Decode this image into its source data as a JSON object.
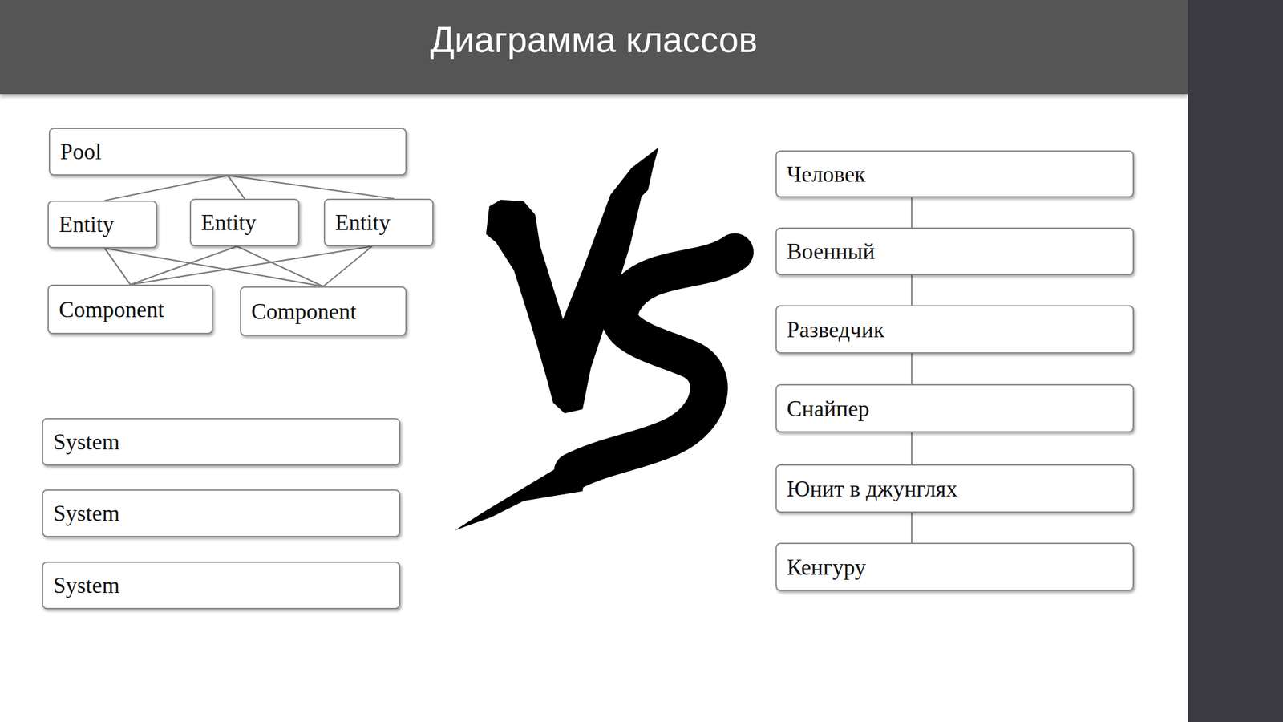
{
  "diagram": {
    "title": "Диаграмма классов",
    "nodes": [
      {
        "text": [
          "Pool"
        ]
      },
      {
        "text": [
          "Entity"
        ]
      },
      {
        "text": [
          "Entity"
        ]
      },
      {
        "text": [
          "Entity"
        ]
      },
      {
        "text": [
          "Component"
        ]
      },
      {
        "text": [
          "Component"
        ]
      },
      {
        "text": [
          "System"
        ]
      },
      {
        "text": [
          "System"
        ]
      },
      {
        "text": [
          "System"
        ]
      },
      {
        "text": [
          "Человек"
        ]
      },
      {
        "text": [
          "Военный"
        ]
      },
      {
        "text": [
          "Разведчик"
        ]
      },
      {
        "text": [
          "Снайпер"
        ]
      },
      {
        "text": [
          "Юнит в джунглях"
        ]
      },
      {
        "text": [
          "Кенгуру"
        ]
      }
    ],
    "edges": [
      {
        "from": 0,
        "to": 1,
        "arrow": "none"
      },
      {
        "from": 0,
        "to": 2,
        "arrow": "none"
      },
      {
        "from": 0,
        "to": 3,
        "arrow": "none"
      },
      {
        "from": 1,
        "to": 4,
        "arrow": "none"
      },
      {
        "from": 1,
        "to": 5,
        "arrow": "none"
      },
      {
        "from": 2,
        "to": 4,
        "arrow": "none"
      },
      {
        "from": 2,
        "to": 5,
        "arrow": "none"
      },
      {
        "from": 3,
        "to": 4,
        "arrow": "none"
      },
      {
        "from": 3,
        "to": 5,
        "arrow": "none"
      },
      {
        "from": 9,
        "to": 10,
        "arrow": "none"
      },
      {
        "from": 10,
        "to": 11,
        "arrow": "none"
      },
      {
        "from": 11,
        "to": 12,
        "arrow": "none"
      },
      {
        "from": 12,
        "to": 13,
        "arrow": "none"
      },
      {
        "from": 13,
        "to": 14,
        "arrow": "none"
      }
    ]
  }
}
